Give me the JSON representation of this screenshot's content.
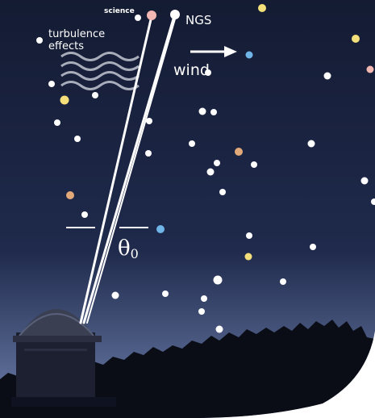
{
  "labels": {
    "science": "science",
    "ngs": "NGS",
    "turbulence_line1": "turbulence",
    "turbulence_line2": "effects",
    "wind": "wind",
    "angle": "θ",
    "angle_subscript": "0"
  },
  "colors": {
    "sky_top": "#141b33",
    "sky_mid": "#1f2a4c",
    "sky_horizon": "#5a6a94",
    "ground": "#0a0d16",
    "beam": "#ffffff",
    "star_white": "#ffffff",
    "star_yellow": "#f3e07a",
    "star_orange": "#e3a978",
    "star_blue": "#6fb5e8",
    "star_pink": "#f2b7b2"
  },
  "icons": [
    "telescope-dome-icon",
    "wind-arrow-icon",
    "turbulence-waves-icon",
    "star-icon"
  ]
}
